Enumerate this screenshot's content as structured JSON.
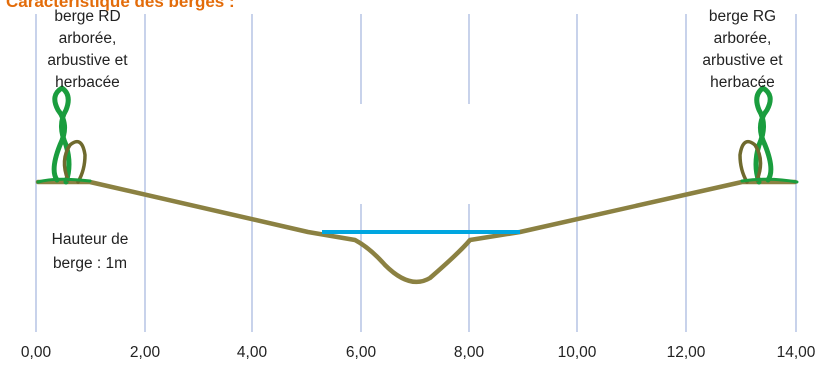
{
  "title": "Caractéristique des berges :",
  "bank_left": {
    "lines": [
      "berge RD",
      "arborée,",
      "arbustive et",
      "herbacée"
    ]
  },
  "bank_right": {
    "lines": [
      "berge RG",
      "arborée,",
      "arbustive et",
      "herbacée"
    ]
  },
  "bank_height": {
    "lines": [
      "Hauteur de",
      "berge : 1m"
    ]
  },
  "x_ticks": [
    "0,00",
    "2,00",
    "4,00",
    "6,00",
    "8,00",
    "10,00",
    "12,00",
    "14,00"
  ],
  "colors": {
    "title": "#e36c0a",
    "profile": "#8b8142",
    "water": "#00a6e0",
    "grid": "#aabbe0",
    "vegetation_bright": "#1a9d3e",
    "vegetation_dark": "#6f6a2e"
  }
}
